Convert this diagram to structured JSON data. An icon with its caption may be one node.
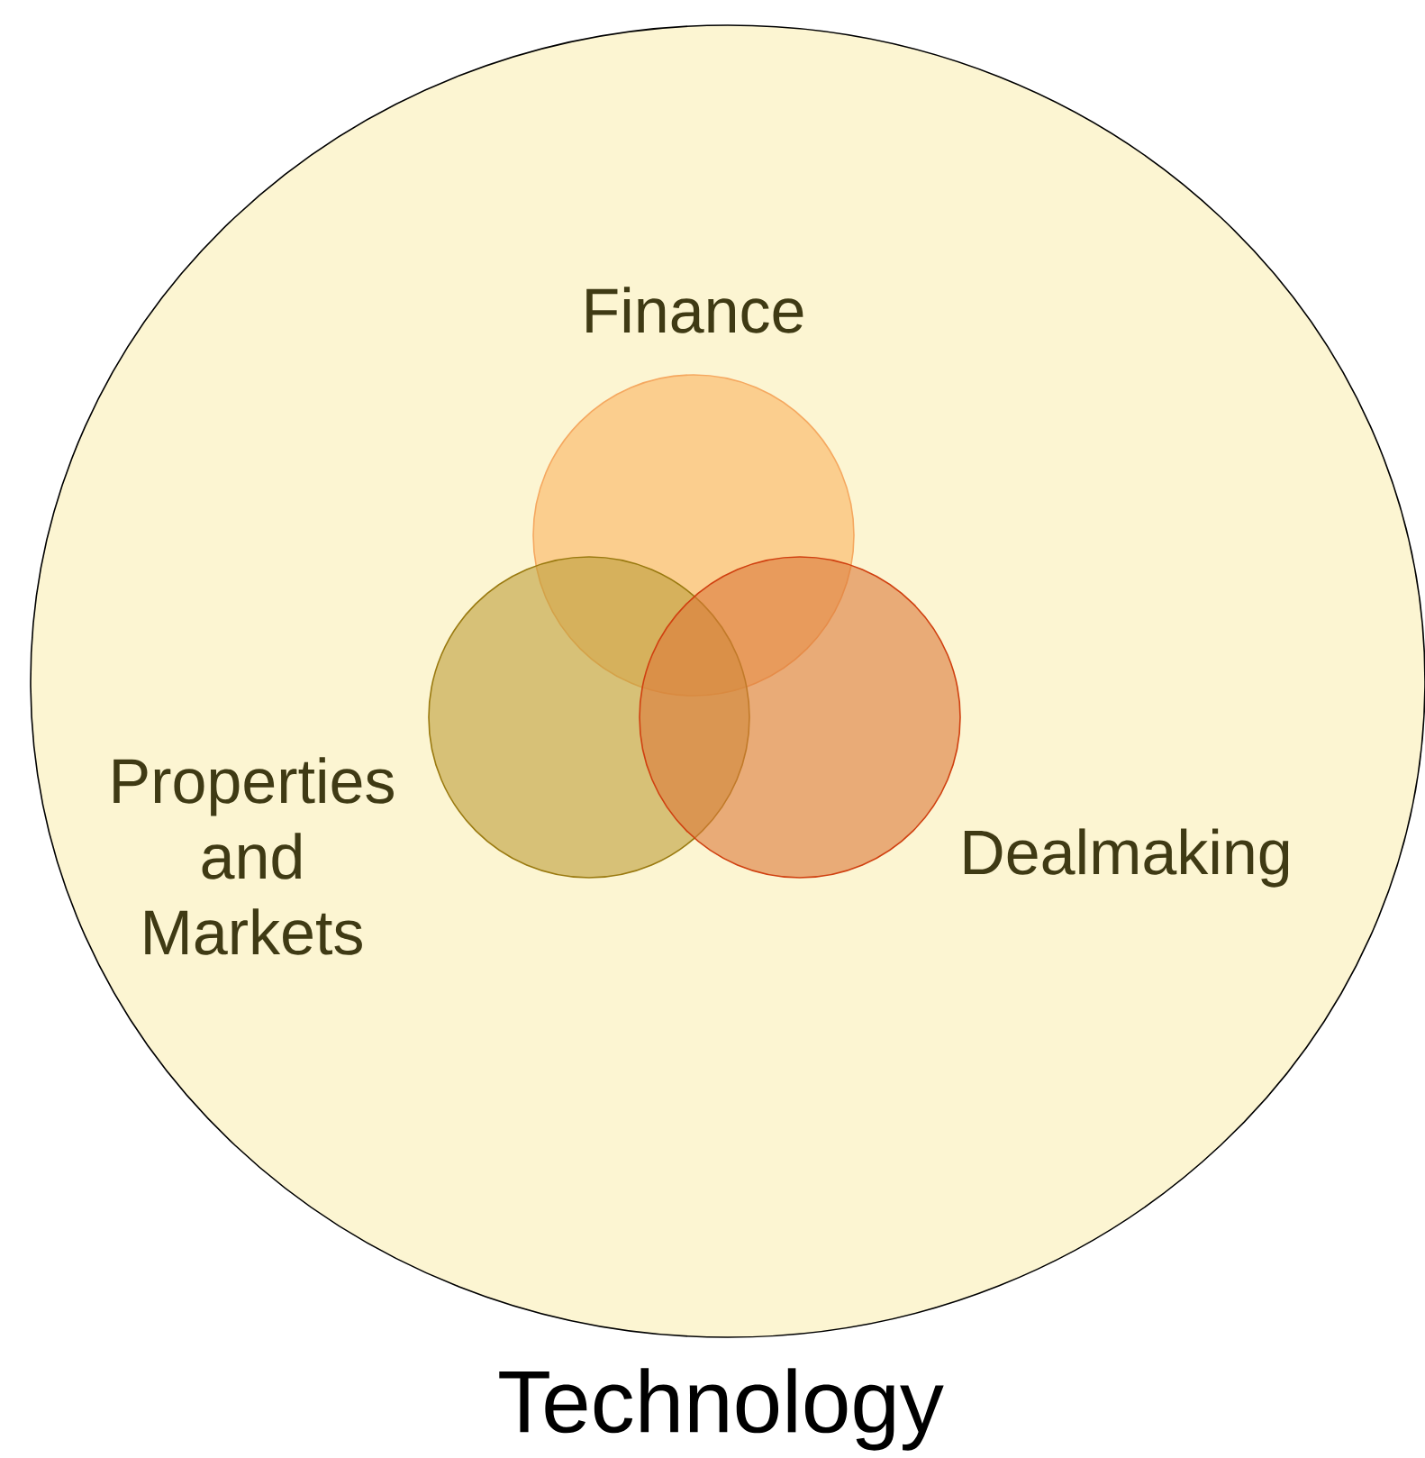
{
  "diagram": {
    "nodes": [
      {
        "text": [
          "Technology"
        ]
      },
      {
        "text": [
          "Finance"
        ],
        "in": 0
      },
      {
        "text": [
          "Properties and Markets"
        ],
        "in": 0
      },
      {
        "text": [
          "Dealmaking"
        ],
        "in": 0
      }
    ]
  }
}
